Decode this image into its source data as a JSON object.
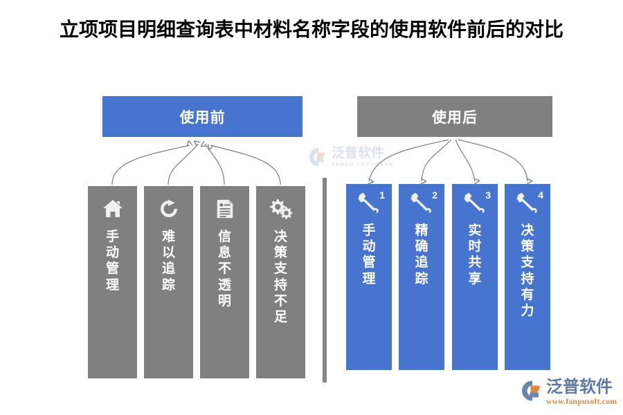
{
  "page": {
    "title": "立项项目明细查询表中材料名称字段的使用软件前后的对比",
    "background_color": "#ffffff",
    "accent_blue": "#4674CE",
    "accent_gray": "#808080"
  },
  "watermark": {
    "cn": "泛普软件",
    "en": "FANPU SOFTWARE"
  },
  "brand_logo": {
    "cn": "泛普软件",
    "url": "www.fanpusoft.com"
  },
  "before_panel": {
    "header_label": "使用前",
    "header_color": "#4674CE",
    "card_color": "#808080",
    "arrow_direction": "up",
    "cards": [
      {
        "icon": "home-icon",
        "label": "手动管理",
        "number": ""
      },
      {
        "icon": "refresh-icon",
        "label": "难以追踪",
        "number": ""
      },
      {
        "icon": "document-icon",
        "label": "信息不透明",
        "number": ""
      },
      {
        "icon": "gears-icon",
        "label": "决策支持不足",
        "number": ""
      }
    ]
  },
  "after_panel": {
    "header_label": "使用后",
    "header_color": "#808080",
    "card_color": "#4674CE",
    "arrow_direction": "down",
    "cards": [
      {
        "icon": "wrench-icon",
        "label": "手动管理",
        "number": "1"
      },
      {
        "icon": "wrench-icon",
        "label": "精确追踪",
        "number": "2"
      },
      {
        "icon": "wrench-icon",
        "label": "实时共享",
        "number": "3"
      },
      {
        "icon": "wrench-icon",
        "label": "决策支持有力",
        "number": "4"
      }
    ]
  }
}
